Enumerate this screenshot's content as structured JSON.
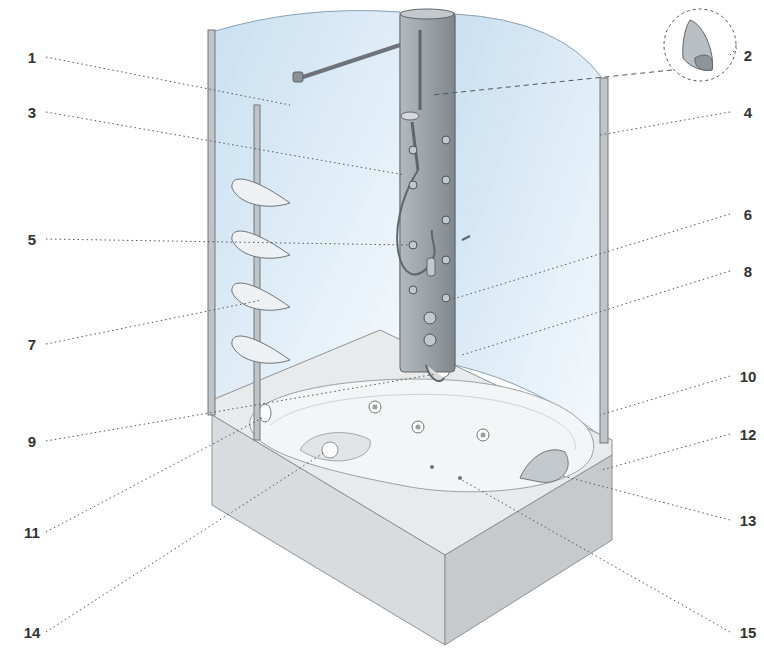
{
  "diagram": {
    "labels": [
      "1",
      "2",
      "3",
      "4",
      "5",
      "6",
      "7",
      "8",
      "9",
      "10",
      "11",
      "12",
      "13",
      "14",
      "15"
    ]
  }
}
